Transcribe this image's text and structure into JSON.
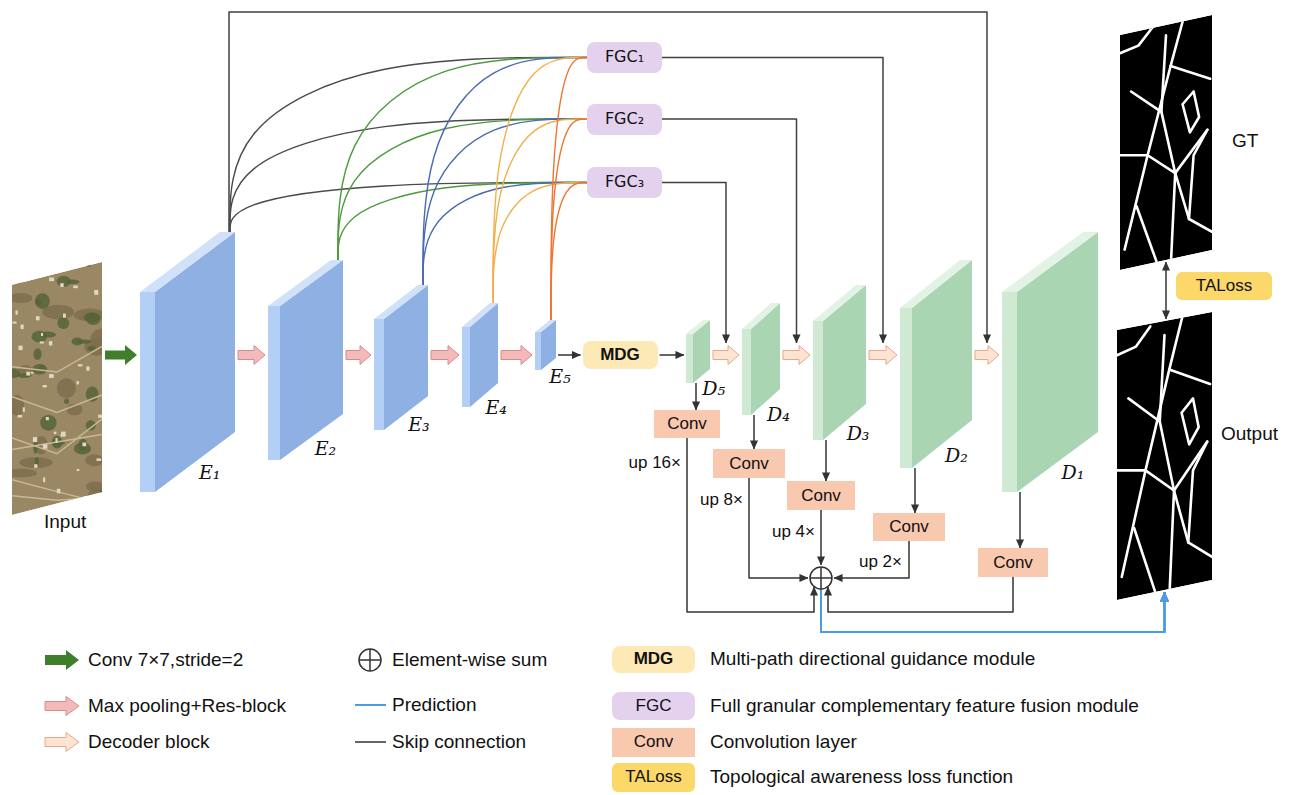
{
  "diagram": {
    "nodes": [
      {
        "text": [
          "Input"
        ]
      },
      {
        "text": [
          "E₁"
        ]
      },
      {
        "text": [
          "E₂"
        ]
      },
      {
        "text": [
          "E₃"
        ]
      },
      {
        "text": [
          "E₄"
        ]
      },
      {
        "text": [
          "E₅"
        ]
      },
      {
        "text": [
          "FGC₁"
        ]
      },
      {
        "text": [
          "FGC₂"
        ]
      },
      {
        "text": [
          "FGC₃"
        ]
      },
      {
        "text": [
          "MDG"
        ]
      },
      {
        "text": [
          "D₅"
        ]
      },
      {
        "text": [
          "D₄"
        ]
      },
      {
        "text": [
          "D₃"
        ]
      },
      {
        "text": [
          "D₂"
        ]
      },
      {
        "text": [
          "D₁"
        ]
      },
      {
        "text": [
          "Conv"
        ]
      },
      {
        "text": [
          "Conv"
        ]
      },
      {
        "text": [
          "Conv"
        ]
      },
      {
        "text": [
          "Conv"
        ]
      },
      {
        "text": [
          "Conv"
        ]
      },
      {
        "text": [
          "GT"
        ]
      },
      {
        "text": [
          "TALoss"
        ]
      },
      {
        "text": [
          "Output"
        ]
      }
    ],
    "edges": [
      {
        "from": 0,
        "to": 1,
        "arrow": "to"
      },
      {
        "from": 1,
        "to": 2,
        "arrow": "to"
      },
      {
        "from": 2,
        "to": 3,
        "arrow": "to"
      },
      {
        "from": 3,
        "to": 4,
        "arrow": "to"
      },
      {
        "from": 4,
        "to": 5,
        "arrow": "to"
      },
      {
        "from": 5,
        "to": 9,
        "arrow": "to"
      },
      {
        "from": 9,
        "to": 10,
        "arrow": "to"
      },
      {
        "from": 10,
        "to": 11,
        "arrow": "to"
      },
      {
        "from": 11,
        "to": 12,
        "arrow": "to"
      },
      {
        "from": 12,
        "to": 13,
        "arrow": "to"
      },
      {
        "from": 13,
        "to": 14,
        "arrow": "to"
      },
      {
        "from": 1,
        "to": 14,
        "arrow": "to"
      },
      {
        "from": 1,
        "to": 6,
        "arrow": "none"
      },
      {
        "from": 1,
        "to": 7,
        "arrow": "none"
      },
      {
        "from": 1,
        "to": 8,
        "arrow": "none"
      },
      {
        "from": 2,
        "to": 6,
        "arrow": "none"
      },
      {
        "from": 2,
        "to": 7,
        "arrow": "none"
      },
      {
        "from": 2,
        "to": 8,
        "arrow": "none"
      },
      {
        "from": 3,
        "to": 6,
        "arrow": "none"
      },
      {
        "from": 3,
        "to": 7,
        "arrow": "none"
      },
      {
        "from": 3,
        "to": 8,
        "arrow": "none"
      },
      {
        "from": 4,
        "to": 6,
        "arrow": "none"
      },
      {
        "from": 4,
        "to": 7,
        "arrow": "none"
      },
      {
        "from": 4,
        "to": 8,
        "arrow": "none"
      },
      {
        "from": 5,
        "to": 6,
        "arrow": "none"
      },
      {
        "from": 5,
        "to": 7,
        "arrow": "none"
      },
      {
        "from": 5,
        "to": 8,
        "arrow": "none"
      },
      {
        "from": 6,
        "to": 13,
        "arrow": "to"
      },
      {
        "from": 7,
        "to": 12,
        "arrow": "to"
      },
      {
        "from": 8,
        "to": 11,
        "arrow": "to"
      },
      {
        "from": 10,
        "to": 15,
        "arrow": "to"
      },
      {
        "from": 11,
        "to": 16,
        "arrow": "to"
      },
      {
        "from": 12,
        "to": 17,
        "arrow": "to"
      },
      {
        "from": 13,
        "to": 18,
        "arrow": "to"
      },
      {
        "from": 14,
        "to": 19,
        "arrow": "to"
      },
      {
        "from": 15,
        "to": 22,
        "arrow": "to",
        "label": "up 16×"
      },
      {
        "from": 16,
        "to": 22,
        "arrow": "to",
        "label": "up 8×"
      },
      {
        "from": 17,
        "to": 22,
        "arrow": "to",
        "label": "up 4×"
      },
      {
        "from": 18,
        "to": 22,
        "arrow": "to",
        "label": "up 2×"
      },
      {
        "from": 19,
        "to": 22,
        "arrow": "to"
      },
      {
        "from": 20,
        "to": 22,
        "arrow": "both"
      }
    ],
    "labels": [
      "MDG",
      "FGC",
      "Conv",
      "TALoss"
    ],
    "legend": [
      {
        "text": "Conv 7×7,stride=2"
      },
      {
        "text": "Max pooling+Res-block"
      },
      {
        "text": "Decoder block"
      },
      {
        "text": "Element-wise sum"
      },
      {
        "text": "Prediction"
      },
      {
        "text": "Skip connection"
      },
      {
        "text": "Multi-path directional guidance module",
        "color": "#fde9b6"
      },
      {
        "text": "Full granular complementary feature fusion module",
        "color": "#e3d1ee"
      },
      {
        "text": "Convolution layer",
        "color": "#f8c8af"
      },
      {
        "text": "Topological awareness loss function",
        "color": "#fcd76a"
      }
    ]
  }
}
